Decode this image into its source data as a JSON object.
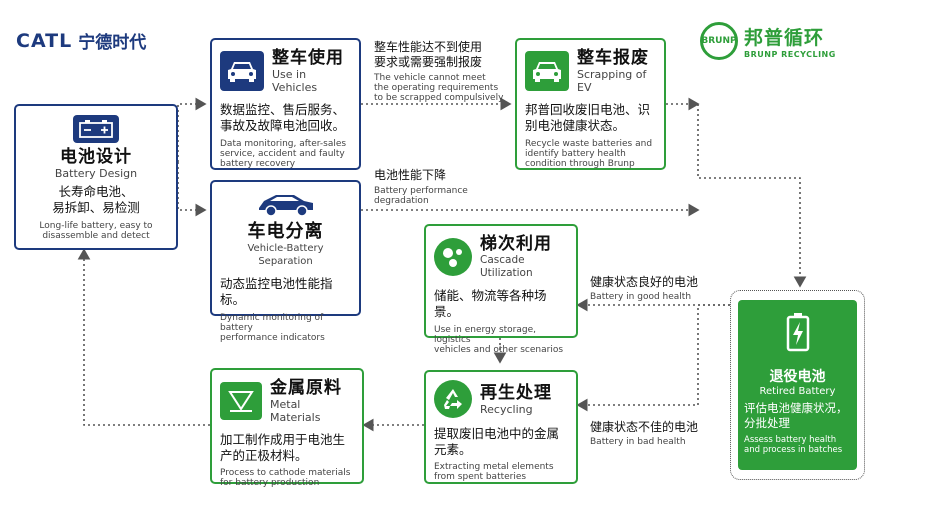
{
  "logos": {
    "catl_en": "CATL",
    "catl_cn": "宁德时代",
    "brunp_mark": "BRUNP",
    "brunp_cn": "邦普循环",
    "brunp_en": "BRUNP RECYCLING"
  },
  "nodes": {
    "battery_design": {
      "title_cn": "电池设计",
      "title_en": "Battery Design",
      "desc_cn_1": "长寿命电池、",
      "desc_cn_2": "易拆卸、易检测",
      "desc_en_1": "Long-life battery, easy to",
      "desc_en_2": "disassemble and detect"
    },
    "use_in_vehicles": {
      "title_cn": "整车使用",
      "title_en": "Use in Vehicles",
      "desc_cn_1": "数据监控、售后服务、",
      "desc_cn_2": "事故及故障电池回收。",
      "desc_en_1": "Data monitoring, after-sales",
      "desc_en_2": "service, accident and faulty",
      "desc_en_3": "battery recovery"
    },
    "vehicle_battery_separation": {
      "title_cn": "车电分离",
      "title_en": "Vehicle-Battery Separation",
      "desc_cn_1": "动态监控电池性能指标。",
      "desc_en_1": "Dynamic monitoring of battery",
      "desc_en_2": "performance indicators"
    },
    "scrapping_of_ev": {
      "title_cn": "整车报废",
      "title_en": "Scrapping of EV",
      "desc_cn_1": "邦普回收废旧电池、识",
      "desc_cn_2": "别电池健康状态。",
      "desc_en_1": "Recycle waste batteries and",
      "desc_en_2": "identify battery health",
      "desc_en_3": "condition through Brunp"
    },
    "cascade_utilization": {
      "title_cn": "梯次利用",
      "title_en": "Cascade Utilization",
      "desc_cn_1": "储能、物流等各种场景。",
      "desc_en_1": "Use in energy storage, logistics",
      "desc_en_2": "vehicles and other scenarios"
    },
    "recycling": {
      "title_cn": "再生处理",
      "title_en": "Recycling",
      "desc_cn_1": "提取废旧电池中的金属",
      "desc_cn_2": "元素。",
      "desc_en_1": "Extracting metal elements",
      "desc_en_2": "from spent batteries"
    },
    "metal_materials": {
      "title_cn": "金属原料",
      "title_en": "Metal Materials",
      "desc_cn_1": "加工制作成用于电池生",
      "desc_cn_2": "产的正极材料。",
      "desc_en_1": "Process to cathode materials",
      "desc_en_2": "for battery production"
    },
    "retired_battery": {
      "title_cn": "退役电池",
      "title_en": "Retired Battery",
      "desc_cn_1": "评估电池健康状况，",
      "desc_cn_2": "分批处理",
      "desc_en_1": "Assess battery health",
      "desc_en_2": "and process in batches"
    }
  },
  "edge_labels": {
    "compulsory": {
      "cn_1": "整车性能达不到使用",
      "cn_2": "要求或需要强制报废",
      "en_1": "The vehicle cannot meet",
      "en_2": "the operating requirements",
      "en_3": "to be scrapped compulsively"
    },
    "degradation": {
      "cn_1": "电池性能下降",
      "en_1": "Battery performance",
      "en_2": "degradation"
    },
    "good_health": {
      "cn_1": "健康状态良好的电池",
      "en_1": "Battery in good health"
    },
    "bad_health": {
      "cn_1": "健康状态不佳的电池",
      "en_1": "Battery in bad health"
    }
  },
  "colors": {
    "catl_blue": "#1d3a7e",
    "brunp_green": "#2e9e3a",
    "connector": "#555555"
  },
  "icons": {
    "battery_design": "battery-icon",
    "use_in_vehicles": "car-front-icon",
    "vehicle_battery_separation": "car-side-icon",
    "scrapping_of_ev": "car-front-icon",
    "cascade_utilization": "dots-icon",
    "recycling": "recycle-icon",
    "metal_materials": "metal-triangle-icon",
    "retired_battery": "charging-battery-icon"
  }
}
